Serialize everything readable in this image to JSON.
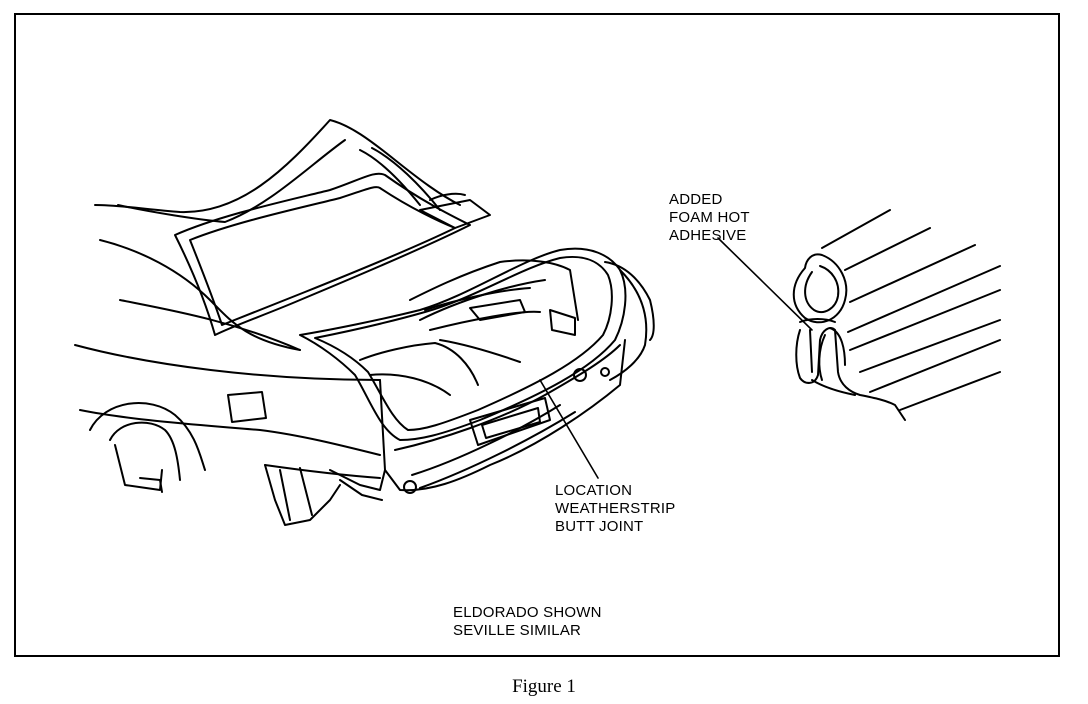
{
  "labels": {
    "foam_adhesive": "ADDED\nFOAM HOT\nADHESIVE",
    "butt_joint": "LOCATION\nWEATHERSTRIP\nBUTT JOINT",
    "model_note": "ELDORADO SHOWN\nSEVILLE SIMILAR"
  },
  "caption": "Figure 1",
  "colors": {
    "ink": "#000000",
    "paper": "#ffffff"
  }
}
